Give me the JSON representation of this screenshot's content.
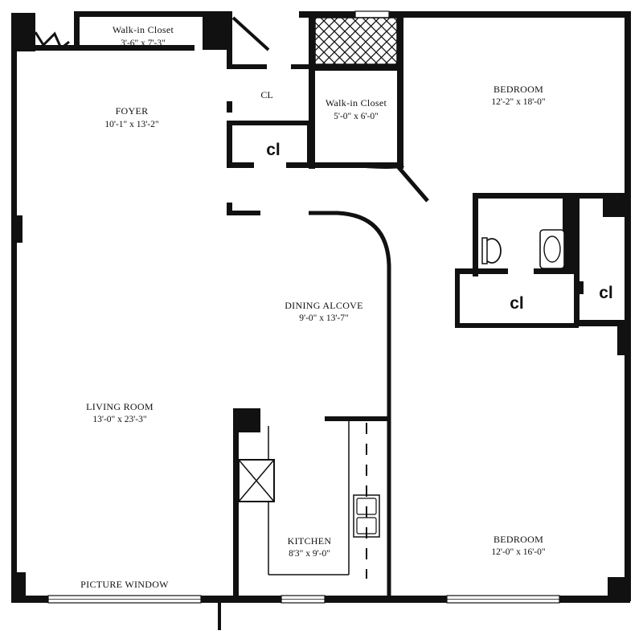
{
  "rooms": {
    "walkin_closet_top": {
      "name": "Walk-in Closet",
      "dims": "3'-6\" x 7'-3\""
    },
    "foyer": {
      "name": "FOYER",
      "dims": "10'-1\" x 13'-2\""
    },
    "walkin_closet_mid": {
      "name": "Walk-in Closet",
      "dims": "5'-0\" x 6'-0\""
    },
    "bedroom_top": {
      "name": "BEDROOM",
      "dims": "12'-2\" x 18'-0\""
    },
    "dining_alcove": {
      "name": "DINING ALCOVE",
      "dims": "9'-0\" x 13'-7\""
    },
    "living_room": {
      "name": "LIVING ROOM",
      "dims": "13'-0\" x 23'-3\""
    },
    "kitchen": {
      "name": "KITCHEN",
      "dims": "8'3\" x 9'-0\""
    },
    "bedroom_bottom": {
      "name": "BEDROOM",
      "dims": "12'-0\" x 16'-0\""
    }
  },
  "labels": {
    "closet_small": "CL",
    "closet_foyer": "cl",
    "closet_hall": "cl",
    "closet_bedroom": "cl",
    "picture_window": "PICTURE WINDOW"
  }
}
